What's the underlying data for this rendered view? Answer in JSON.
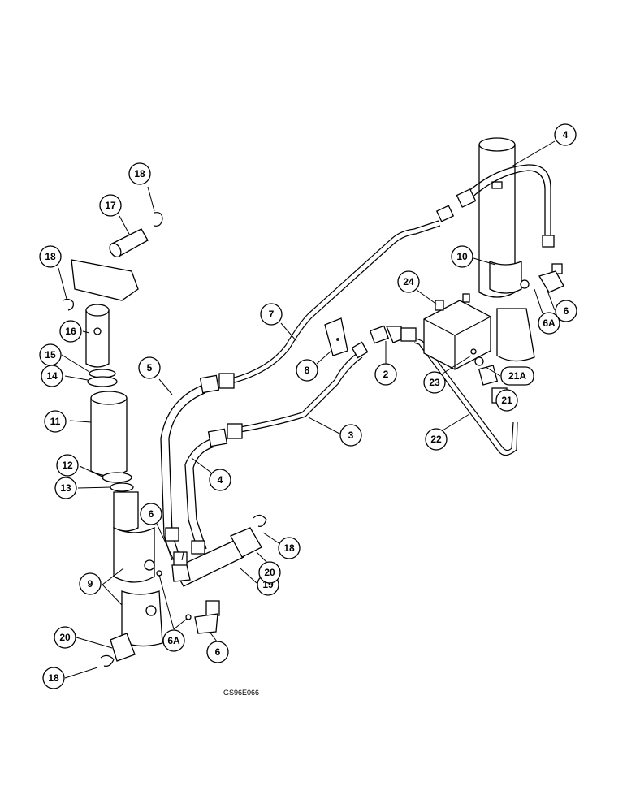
{
  "drawing_ref": "GS96E066",
  "callouts": {
    "c2": "2",
    "c3": "3",
    "c4a": "4",
    "c4b": "4",
    "c5": "5",
    "c6a": "6",
    "c6b": "6",
    "c6c": "6",
    "c6A1": "6A",
    "c6A2": "6A",
    "c7": "7",
    "c8": "8",
    "c9": "9",
    "c10": "10",
    "c11": "11",
    "c12": "12",
    "c13": "13",
    "c14": "14",
    "c15": "15",
    "c16": "16",
    "c17": "17",
    "c18a": "18",
    "c18b": "18",
    "c18c": "18",
    "c18d": "18",
    "c19": "19",
    "c20a": "20",
    "c20b": "20",
    "c21": "21",
    "c21A": "21A",
    "c22": "22",
    "c23": "23",
    "c24": "24"
  }
}
